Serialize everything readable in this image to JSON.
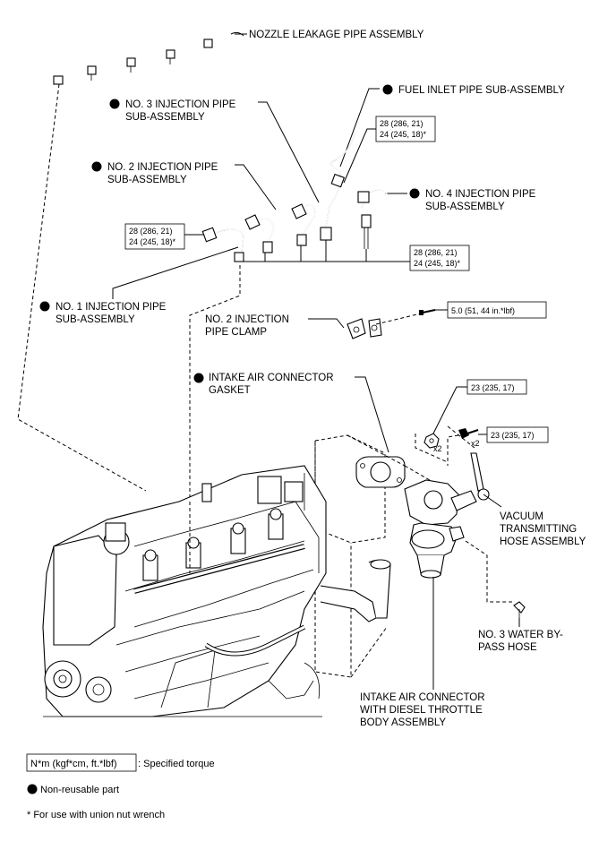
{
  "labels": {
    "nozzle_leakage_pipe": "NOZZLE LEAKAGE PIPE ASSEMBLY",
    "no3_injection_pipe_l1": "NO. 3 INJECTION PIPE",
    "no3_injection_pipe_l2": "SUB-ASSEMBLY",
    "fuel_inlet_pipe": "FUEL INLET PIPE SUB-ASSEMBLY",
    "no2_injection_pipe_l1": "NO. 2 INJECTION PIPE",
    "no2_injection_pipe_l2": "SUB-ASSEMBLY",
    "no4_injection_pipe_l1": "NO. 4 INJECTION PIPE",
    "no4_injection_pipe_l2": "SUB-ASSEMBLY",
    "no1_injection_pipe_l1": "NO. 1 INJECTION PIPE",
    "no1_injection_pipe_l2": "SUB-ASSEMBLY",
    "no2_injection_pipe_clamp_l1": "NO. 2 INJECTION",
    "no2_injection_pipe_clamp_l2": "PIPE CLAMP",
    "intake_air_connector_gasket_l1": "INTAKE AIR CONNECTOR",
    "intake_air_connector_gasket_l2": "GASKET",
    "vacuum_hose_l1": "VACUUM",
    "vacuum_hose_l2": "TRANSMITTING",
    "vacuum_hose_l3": "HOSE ASSEMBLY",
    "water_bypass_hose_l1": "NO. 3 WATER BY-",
    "water_bypass_hose_l2": "PASS HOSE",
    "intake_air_connector_l1": "INTAKE AIR CONNECTOR",
    "intake_air_connector_l2": "WITH DIESEL THROTTLE",
    "intake_air_connector_l3": "BODY ASSEMBLY"
  },
  "torques": {
    "fuel_inlet_l1": "28 (286, 21)",
    "fuel_inlet_l2": "24 (245, 18)*",
    "no1_l1": "28 (286, 21)",
    "no1_l2": "24 (245, 18)*",
    "injection_common_l1": "28 (286, 21)",
    "injection_common_l2": "24 (245, 18)*",
    "clamp_bolt": "5.0 (51, 44 in.*lbf)",
    "nut": "23 (235, 17)",
    "bolt": "23 (235, 17)"
  },
  "quantities": {
    "nut_qty": "x2",
    "bolt_qty": "x2"
  },
  "legend": {
    "torque_unit": "N*m (kgf*cm, ft.*lbf)",
    "torque_desc": ": Specified torque",
    "non_reusable": "Non-reusable part",
    "footnote": "* For use with union nut wrench"
  }
}
